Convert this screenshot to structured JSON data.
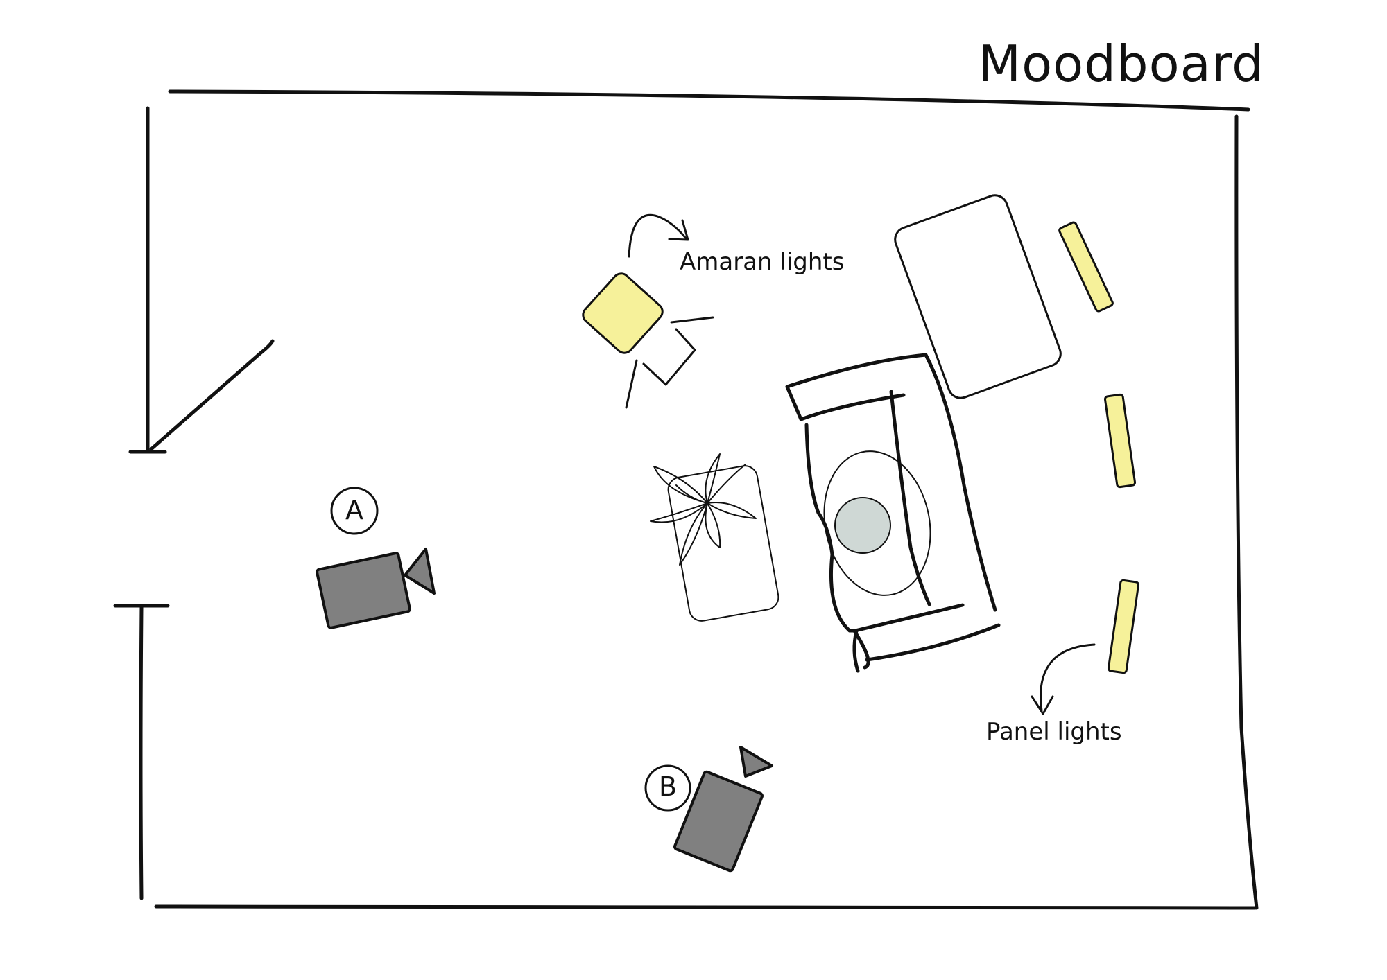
{
  "title": "Moodboard",
  "labels": {
    "amaran_lights": "Amaran lights",
    "panel_lights": "Panel lights"
  },
  "cameras": [
    {
      "id": "A",
      "letter": "A"
    },
    {
      "id": "B",
      "letter": "B"
    }
  ],
  "colors": {
    "ink": "#111111",
    "light_fill": "#f6f19a",
    "camera_fill": "#808080",
    "ball_fill": "#cfd8d5"
  }
}
